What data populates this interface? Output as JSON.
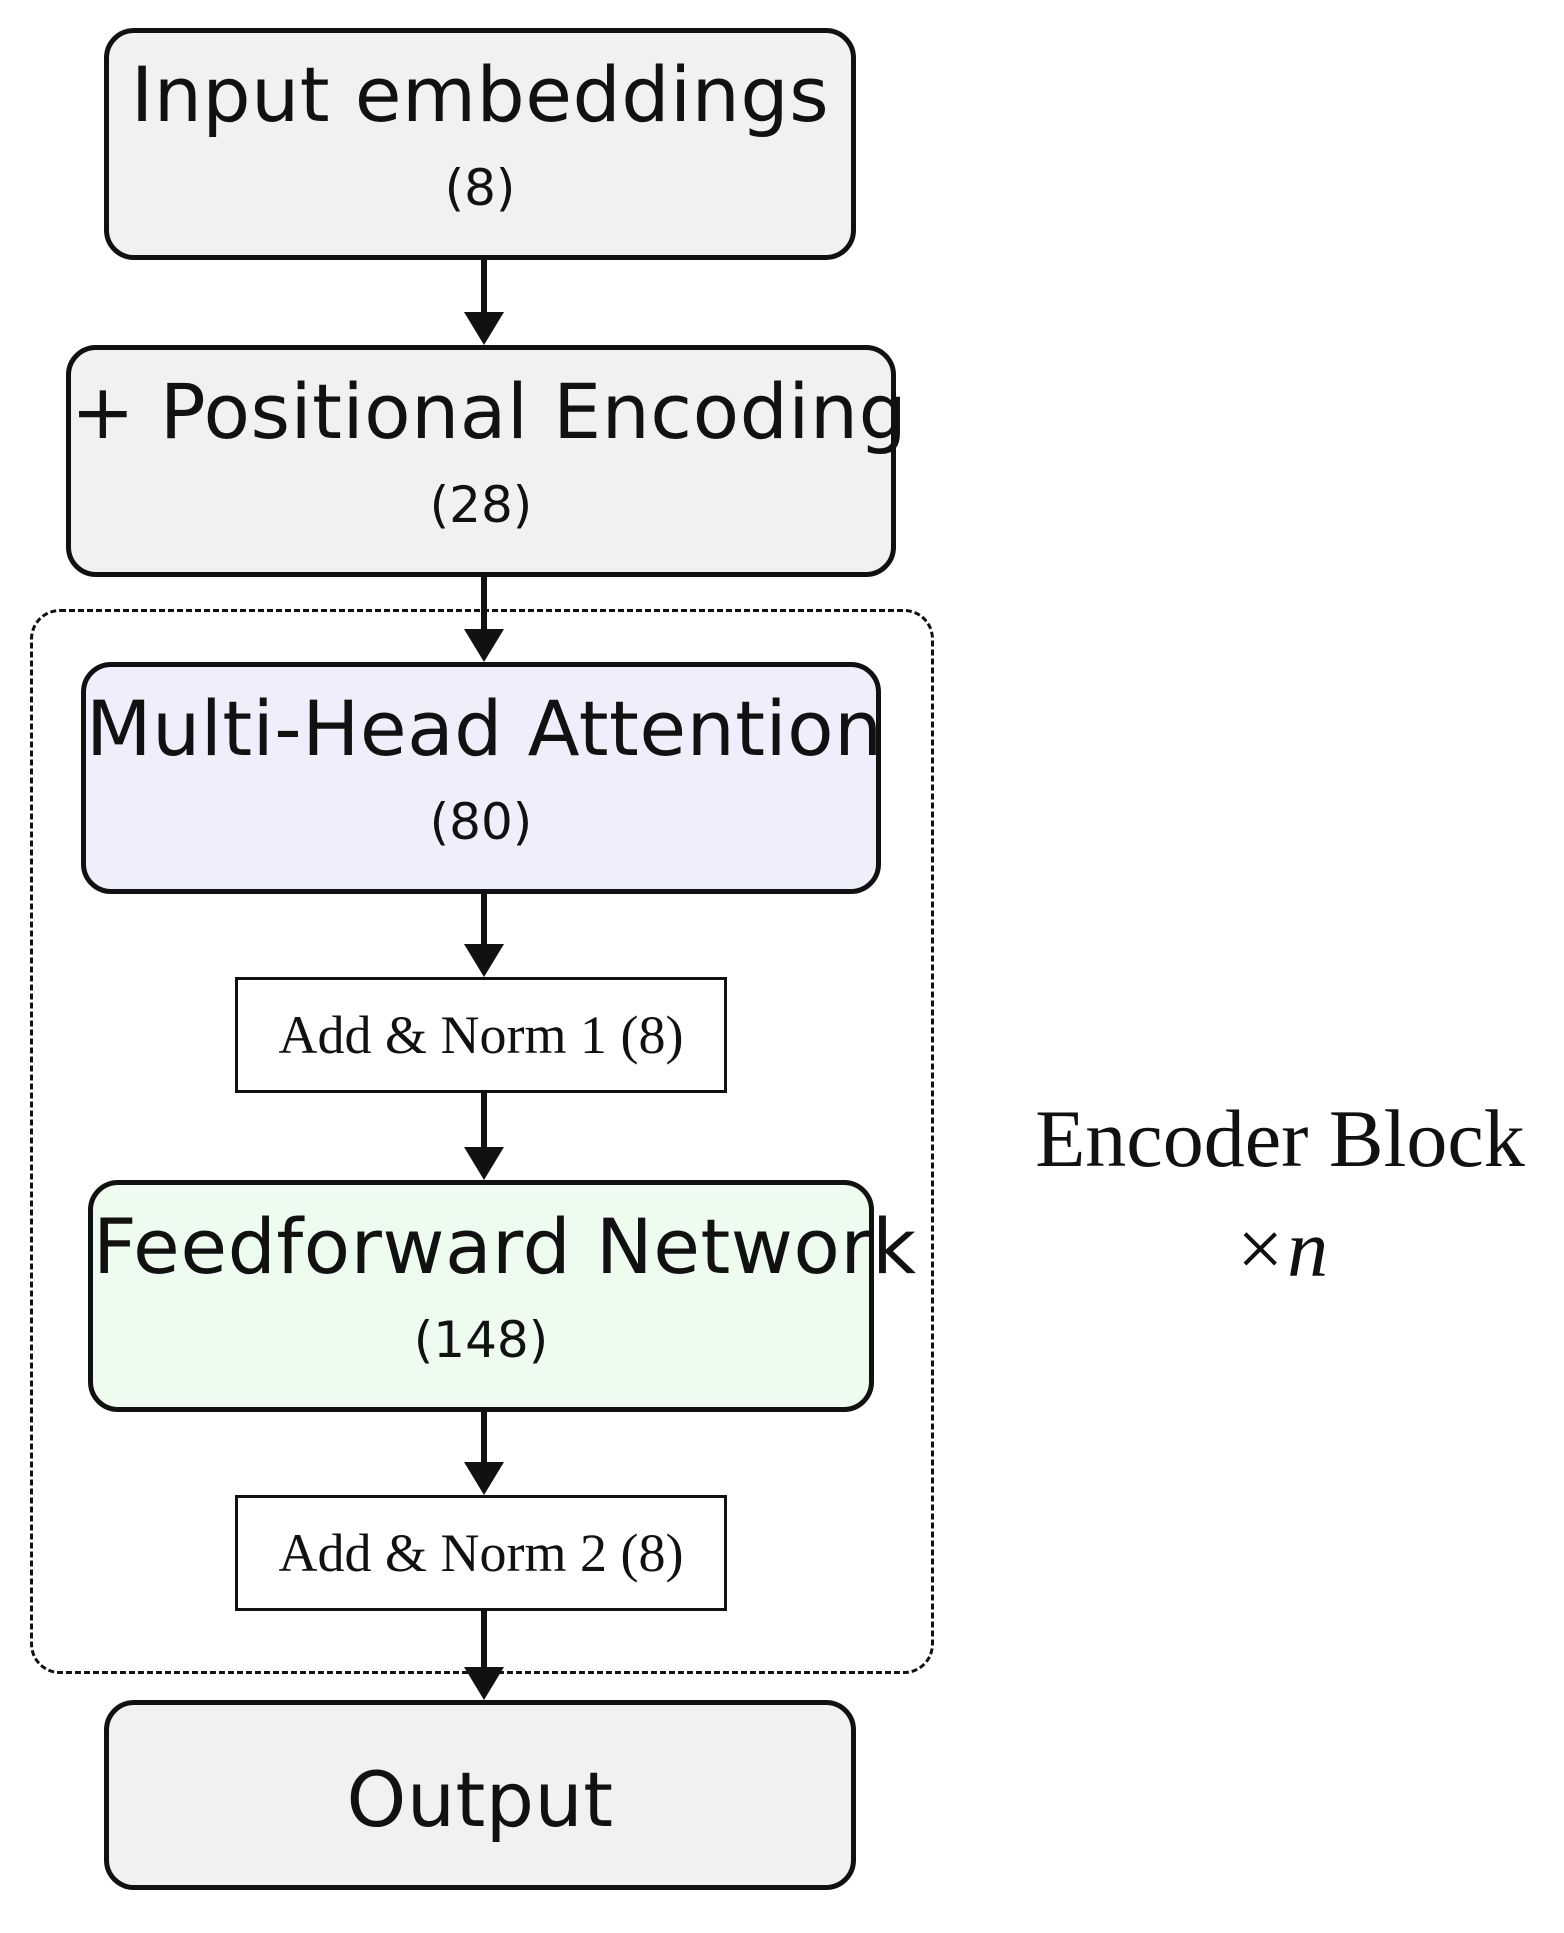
{
  "diagram": {
    "nodes": {
      "input_embeddings": {
        "label": "Input embeddings",
        "param": "(8)"
      },
      "positional_encoding": {
        "label": "+ Positional Encoding",
        "param": "(28)"
      },
      "multi_head_attention": {
        "label": "Multi-Head Attention",
        "param": "(80)"
      },
      "add_norm_1": {
        "label": "Add & Norm 1 (8)"
      },
      "feedforward_network": {
        "label": "Feedforward Network",
        "param": "(148)"
      },
      "add_norm_2": {
        "label": "Add & Norm 2 (8)"
      },
      "output": {
        "label": "Output"
      }
    },
    "encoder_block": {
      "label": "Encoder Block",
      "repeat": "×n"
    },
    "edges": [
      [
        "input_embeddings",
        "positional_encoding"
      ],
      [
        "positional_encoding",
        "multi_head_attention"
      ],
      [
        "multi_head_attention",
        "add_norm_1"
      ],
      [
        "add_norm_1",
        "feedforward_network"
      ],
      [
        "feedforward_network",
        "add_norm_2"
      ],
      [
        "add_norm_2",
        "output"
      ]
    ],
    "colors": {
      "stroke": "#111111",
      "gray_fill": "#f1f1f1",
      "attention_fill": "#efeffc",
      "feedforward_fill": "#eefcf0"
    }
  }
}
